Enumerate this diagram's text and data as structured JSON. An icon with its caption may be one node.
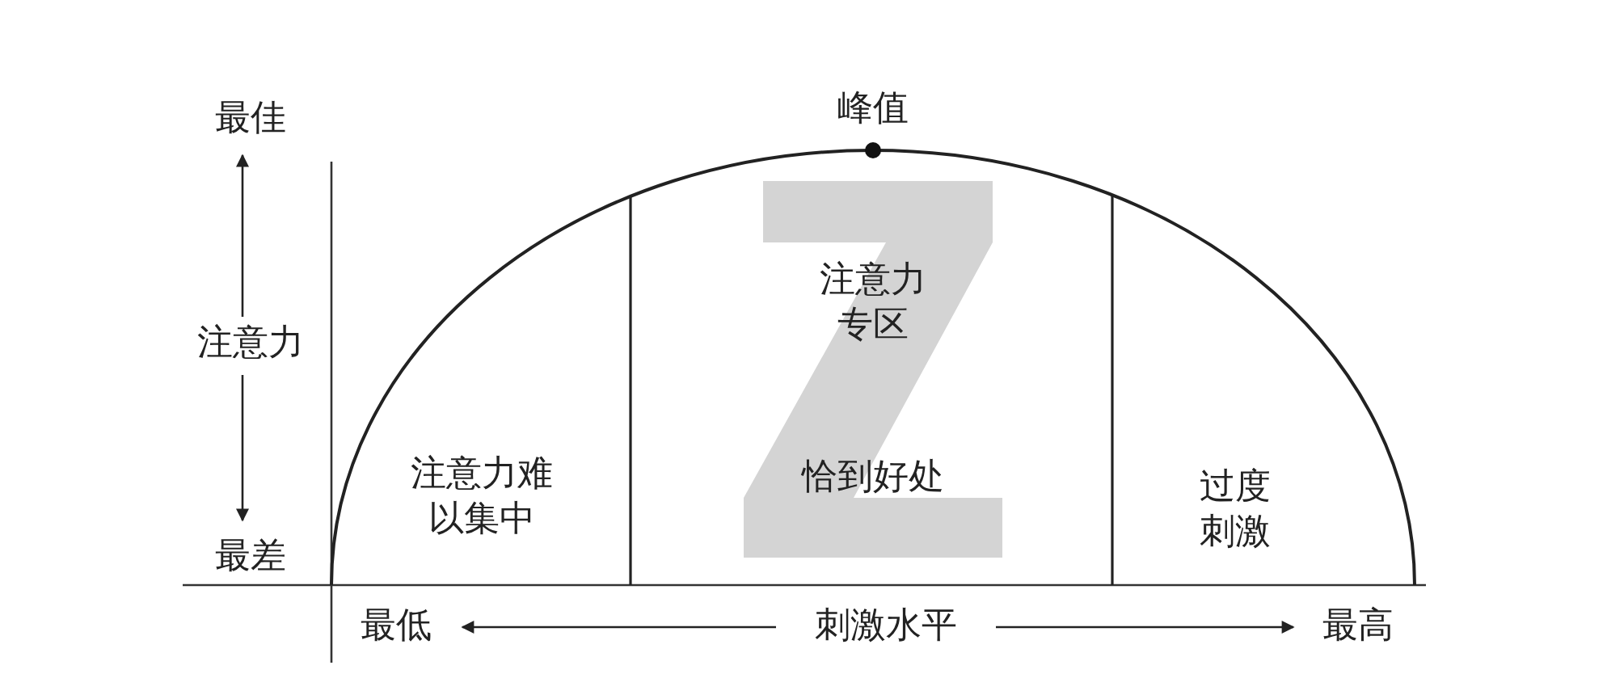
{
  "diagram": {
    "nodes": [
      {
        "text": [
          "注意力难以集中"
        ]
      },
      {
        "text": [
          "注意力专区",
          "恰到好处"
        ]
      },
      {
        "text": [
          "过度刺激"
        ]
      }
    ],
    "labels": [
      "峰值",
      "最佳",
      "注意力",
      "最差",
      "最低",
      "刺激水平",
      "最高"
    ]
  }
}
